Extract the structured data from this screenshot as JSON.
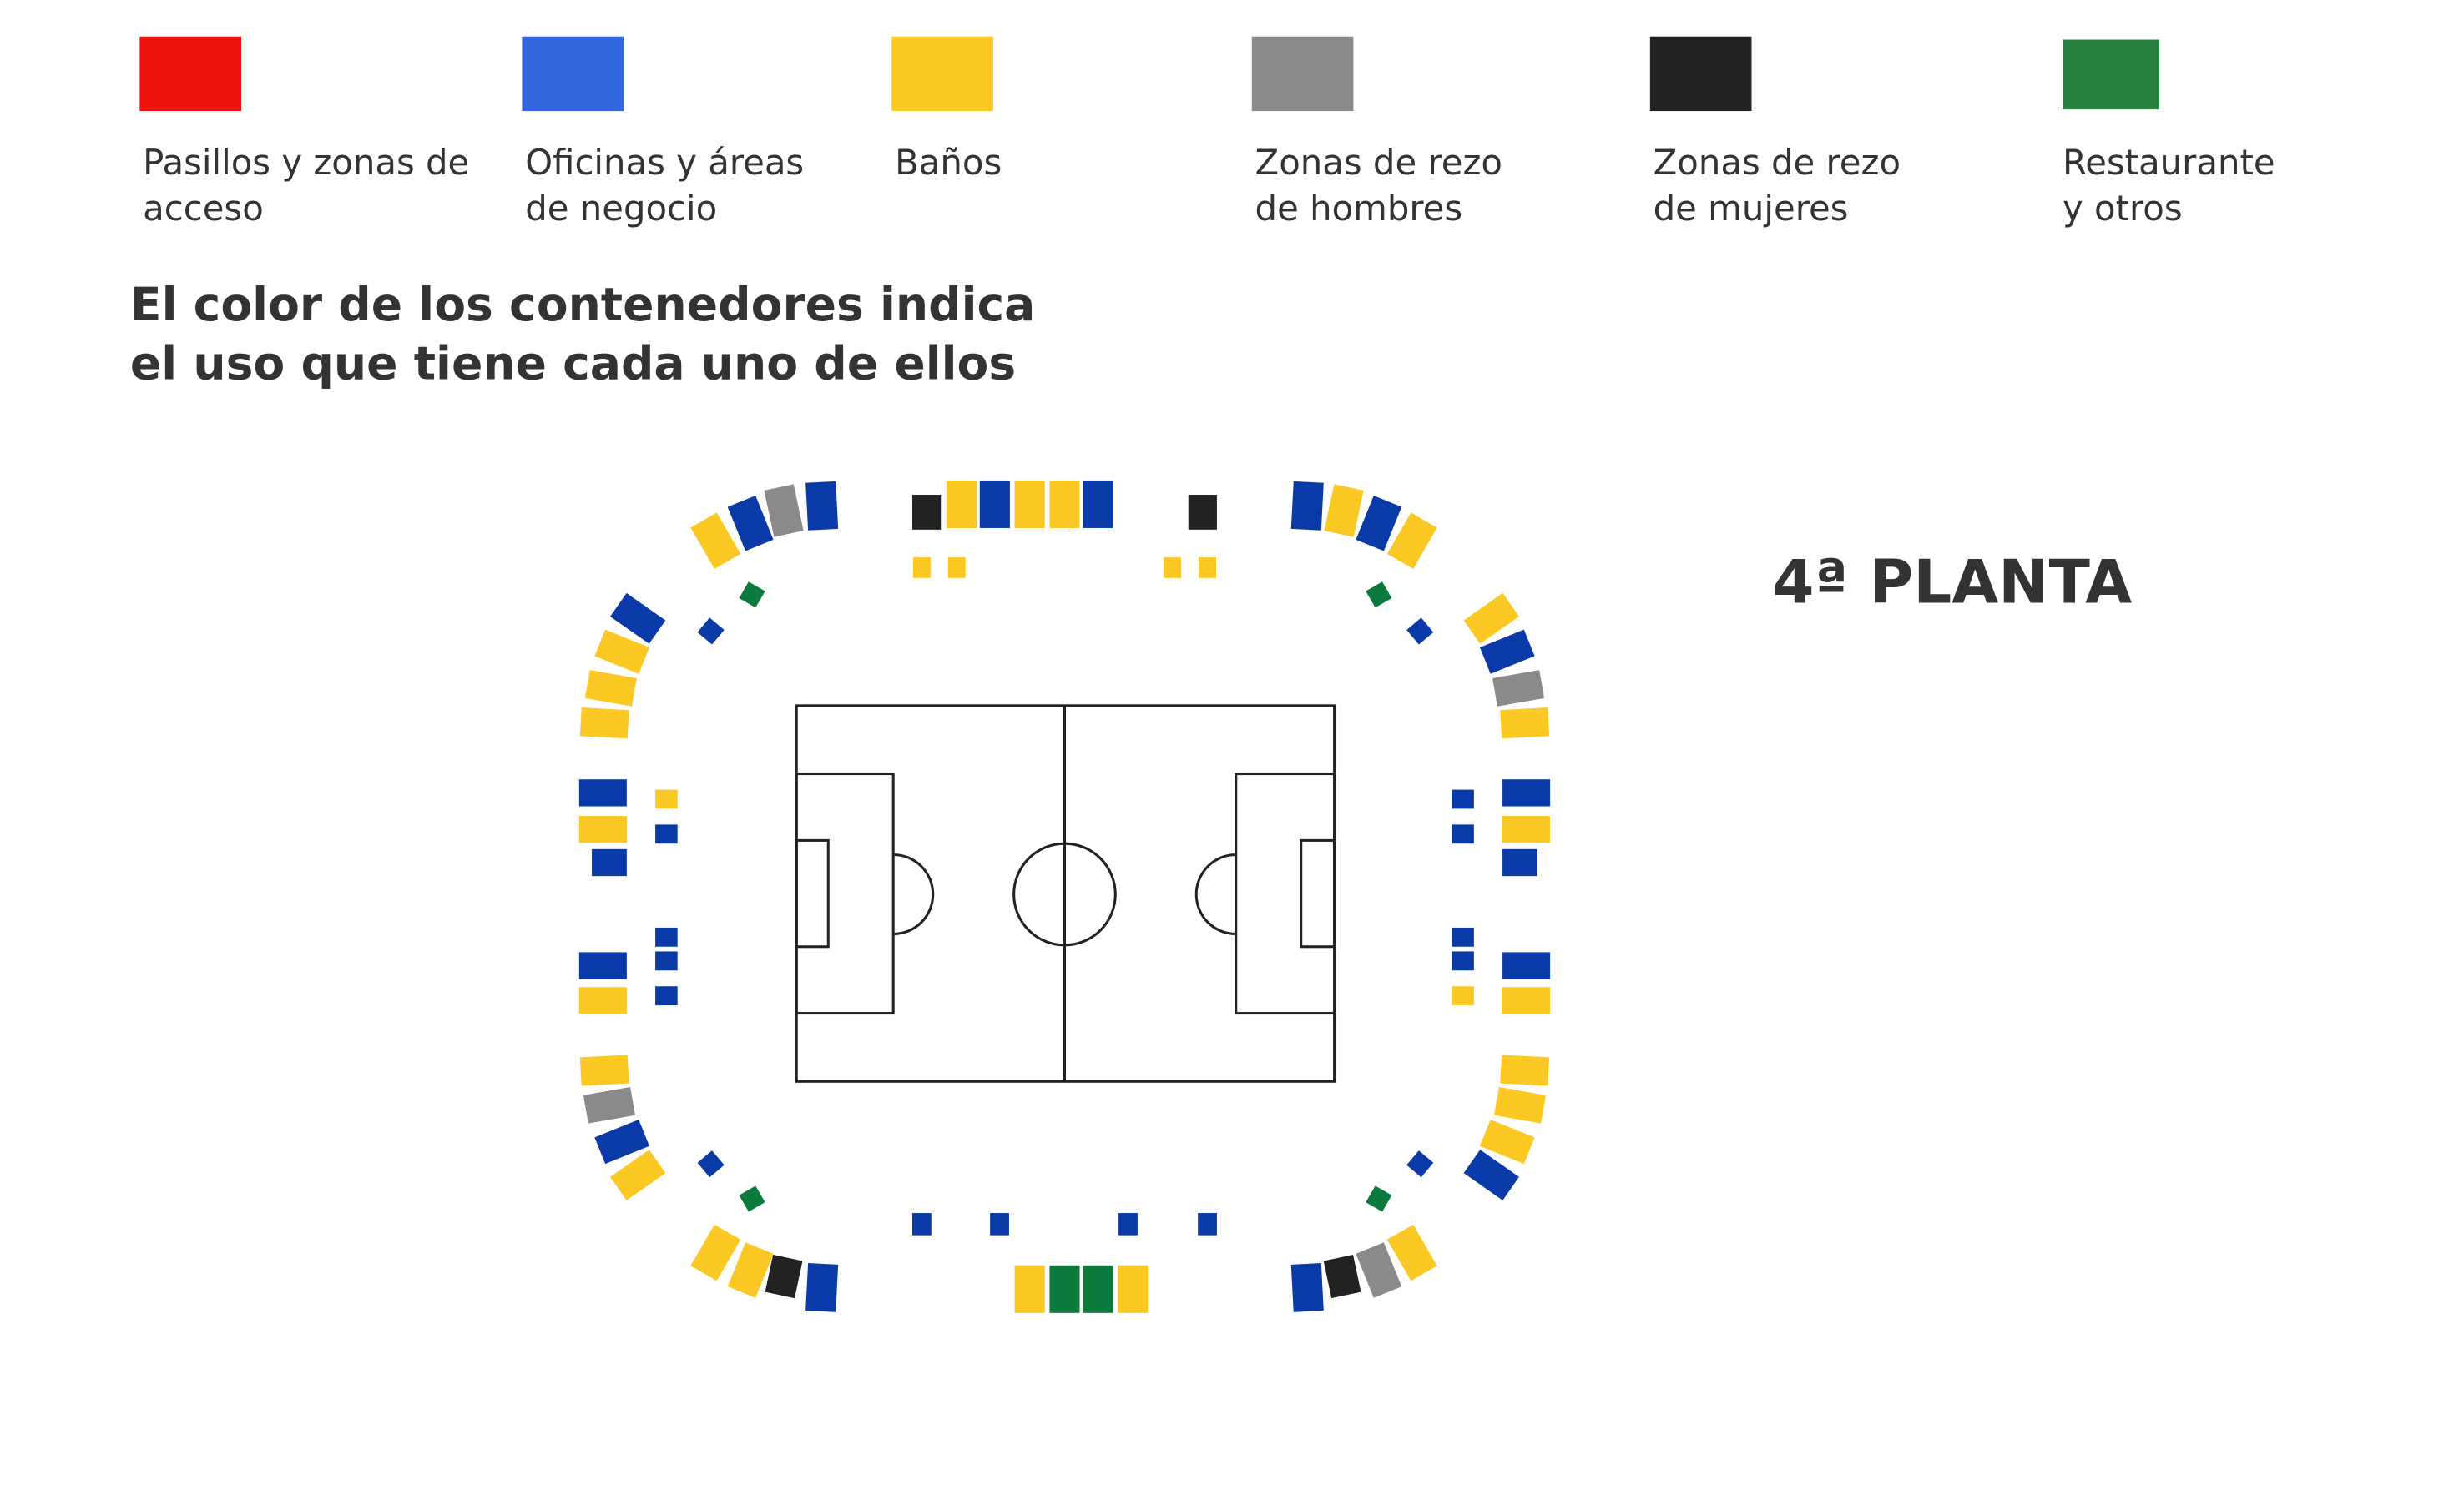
{
  "colors": {
    "access": "#ee140e",
    "office": "#0a3aa8",
    "bath": "#fcc823",
    "men": "#8a8a8a",
    "women": "#222222",
    "rest": "#0b7a3c",
    "text": "#333333",
    "field": "#222222"
  },
  "legend": [
    {
      "key": "access",
      "swatch": "#ee140e",
      "line1": "Pasillos y zonas de",
      "line2": "acceso"
    },
    {
      "key": "office",
      "swatch": "#3366dd",
      "line1": "Oficinas y áreas",
      "line2": "de negocio"
    },
    {
      "key": "bath",
      "swatch": "#fcc823",
      "line1": "Baños",
      "line2": ""
    },
    {
      "key": "men",
      "swatch": "#8a8a8a",
      "line1": "Zonas de rezo",
      "line2": "de hombres"
    },
    {
      "key": "women",
      "swatch": "#222222",
      "line1": "Zonas de rezo",
      "line2": "de mujeres"
    },
    {
      "key": "rest",
      "swatch": "#268040",
      "line1": "Restaurante",
      "line2": "y otros"
    }
  ],
  "subtitle": {
    "line1": "El color de los contenedores indica",
    "line2": "el uso que tiene cada uno de ellos"
  },
  "floor_label": "4ª PLANTA"
}
